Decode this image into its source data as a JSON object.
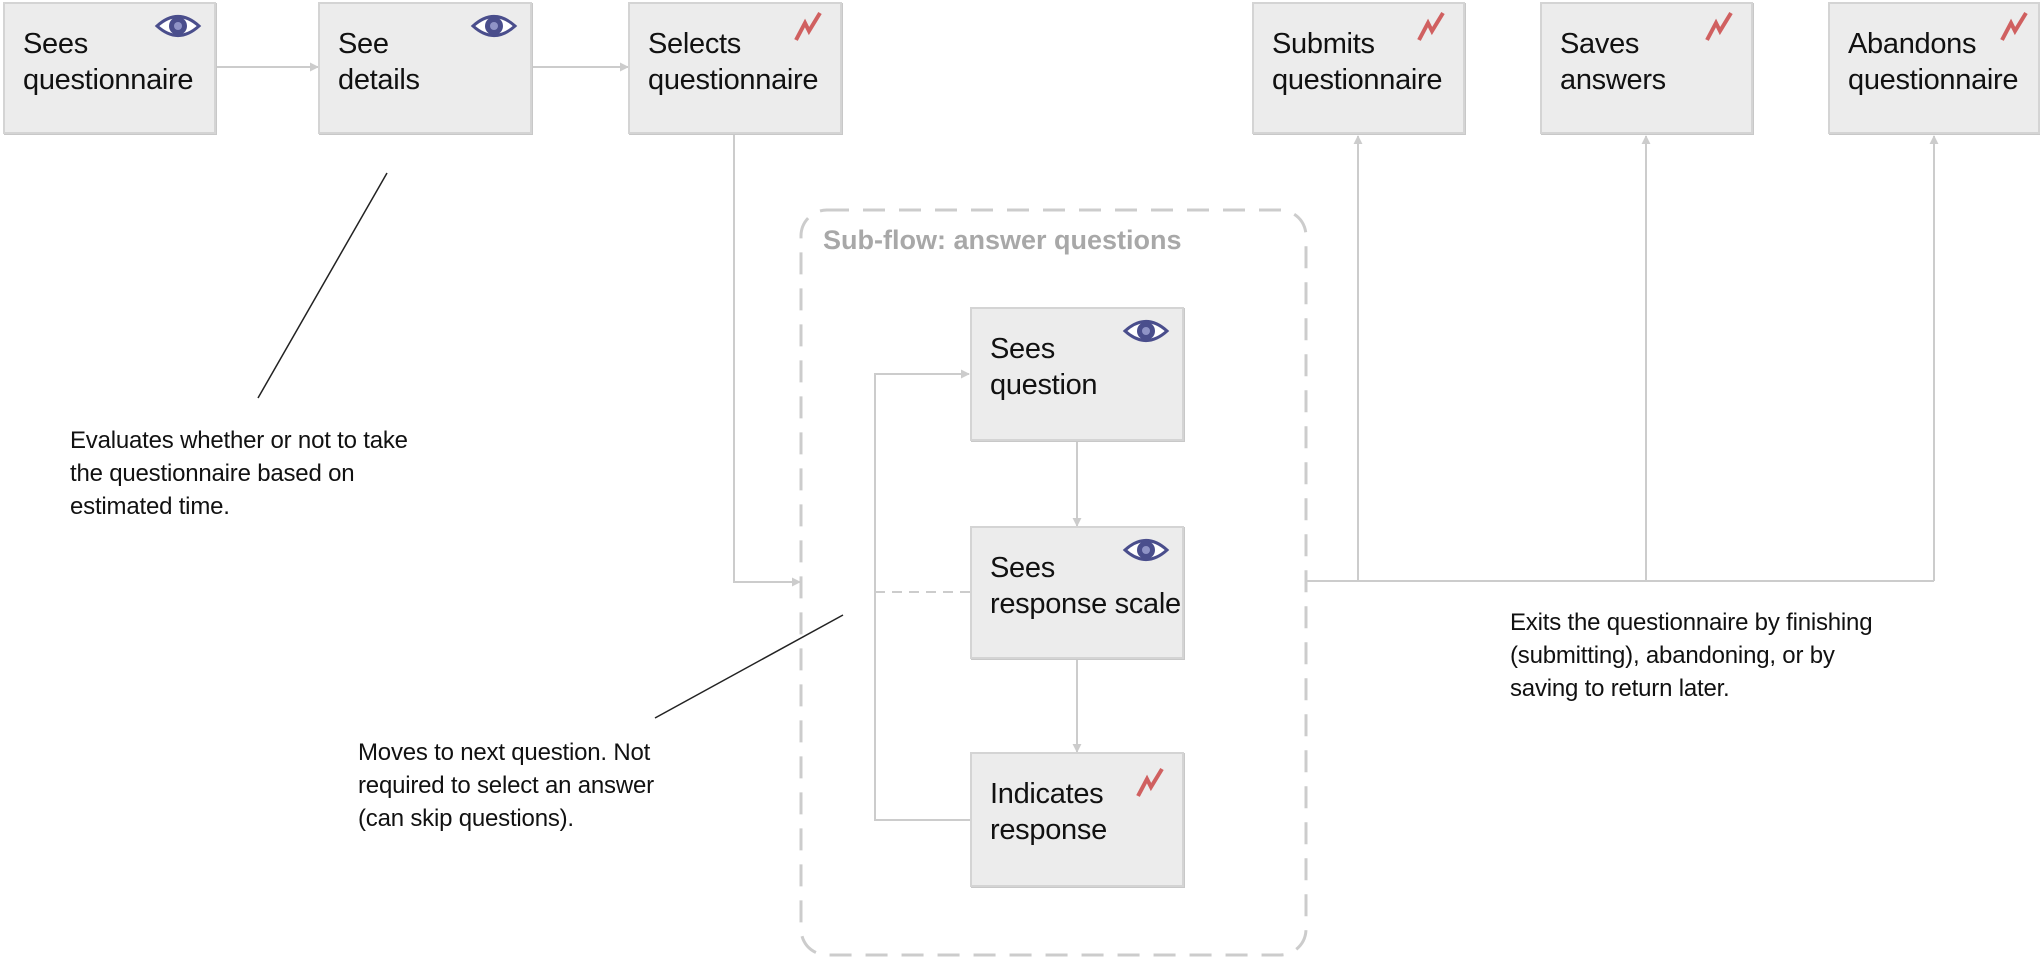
{
  "colors": {
    "node_fill": "#ececec",
    "node_border": "#d4d4d4",
    "connector": "#cccccc",
    "annotation_line": "#222222",
    "eye_icon": "#4a4e8c",
    "action_icon": "#d06060",
    "subflow_border": "#cccccc",
    "subflow_title": "#a8a8a8"
  },
  "nodes": {
    "sees_questionnaire": {
      "label": "Sees\nquestionnaire",
      "icon": "eye-icon"
    },
    "see_details": {
      "label": "See\ndetails",
      "icon": "eye-icon"
    },
    "selects_questionnaire": {
      "label": "Selects\nquestionnaire",
      "icon": "action-icon"
    },
    "submits_questionnaire": {
      "label": "Submits\nquestionnaire",
      "icon": "action-icon"
    },
    "saves_answers": {
      "label": "Saves\nanswers",
      "icon": "action-icon"
    },
    "abandons_questionnaire": {
      "label": "Abandons\nquestionnaire",
      "icon": "action-icon"
    },
    "sees_question": {
      "label": "Sees\nquestion",
      "icon": "eye-icon"
    },
    "sees_response_scale": {
      "label": "Sees\nresponse scale",
      "icon": "eye-icon"
    },
    "indicates_response": {
      "label": "Indicates\nresponse",
      "icon": "action-icon"
    }
  },
  "subflow": {
    "title": "Sub-flow: answer questions"
  },
  "notes": {
    "evaluates": "Evaluates whether or not to take\nthe questionnaire based on\nestimated time.",
    "moves_next": "Moves to next question. Not\nrequired to select an answer\n(can skip questions).",
    "exits": "Exits the questionnaire by finishing\n(submitting), abandoning, or by\nsaving to return later."
  }
}
